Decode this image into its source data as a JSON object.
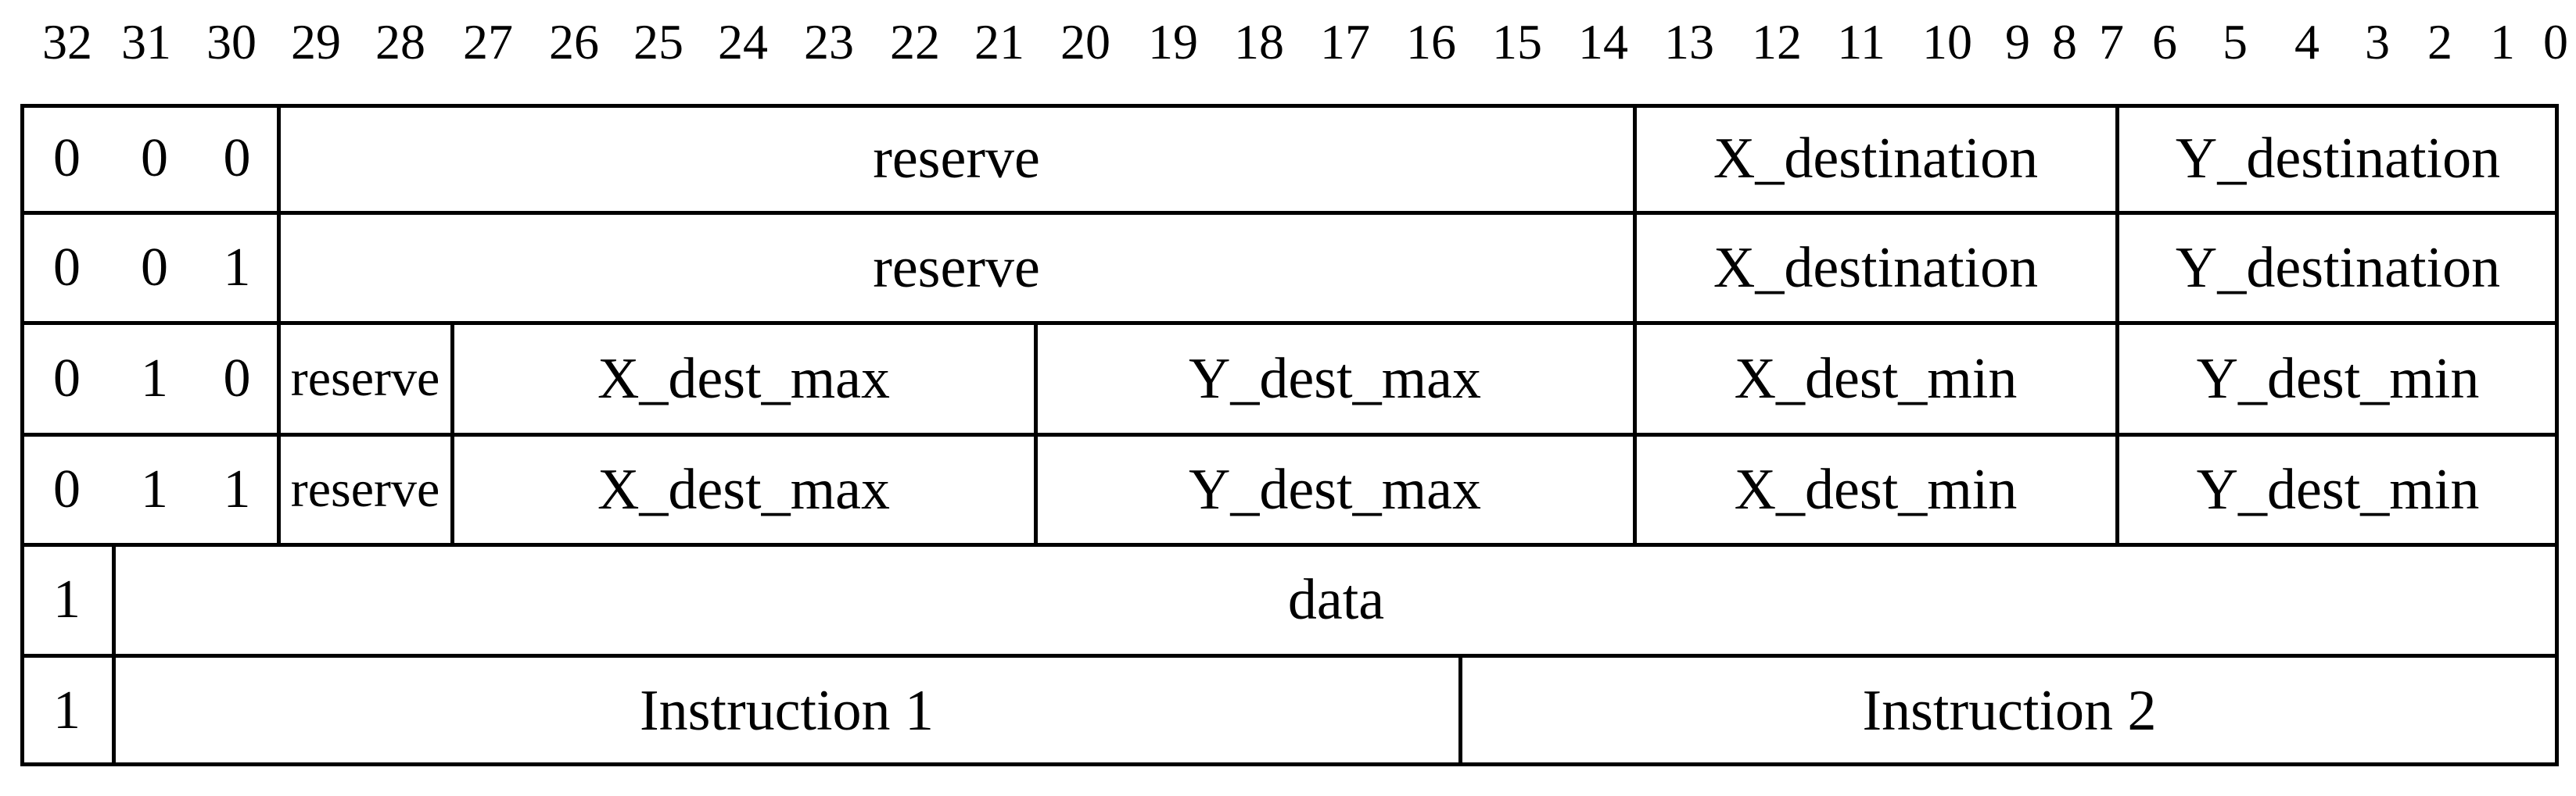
{
  "bit_numbers": [
    "32",
    "31",
    "30",
    "29",
    "28",
    "27",
    "26",
    "25",
    "24",
    "23",
    "22",
    "21",
    "20",
    "19",
    "18",
    "17",
    "16",
    "15",
    "14",
    "13",
    "12",
    "11",
    "10",
    "9",
    "8",
    "7",
    "6",
    "5",
    "4",
    "3",
    "2",
    "1",
    "0"
  ],
  "rows": [
    {
      "cells": [
        {
          "text": "0"
        },
        {
          "text": "0"
        },
        {
          "text": "0"
        },
        {
          "text": "reserve"
        },
        {
          "text": "X_destination"
        },
        {
          "text": "Y_destination"
        }
      ]
    },
    {
      "cells": [
        {
          "text": "0"
        },
        {
          "text": "0"
        },
        {
          "text": "1"
        },
        {
          "text": "reserve"
        },
        {
          "text": "X_destination"
        },
        {
          "text": "Y_destination"
        }
      ]
    },
    {
      "cells": [
        {
          "text": "0"
        },
        {
          "text": "1"
        },
        {
          "text": "0"
        },
        {
          "text": "reserve"
        },
        {
          "text": "X_dest_max"
        },
        {
          "text": "Y_dest_max"
        },
        {
          "text": "X_dest_min"
        },
        {
          "text": "Y_dest_min"
        }
      ]
    },
    {
      "cells": [
        {
          "text": "0"
        },
        {
          "text": "1"
        },
        {
          "text": "1"
        },
        {
          "text": "reserve"
        },
        {
          "text": "X_dest_max"
        },
        {
          "text": "Y_dest_max"
        },
        {
          "text": "X_dest_min"
        },
        {
          "text": "Y_dest_min"
        }
      ]
    },
    {
      "cells": [
        {
          "text": "1"
        },
        {
          "text": "data"
        }
      ]
    },
    {
      "cells": [
        {
          "text": "1"
        },
        {
          "text": "Instruction 1"
        },
        {
          "text": "Instruction 2"
        }
      ]
    }
  ]
}
